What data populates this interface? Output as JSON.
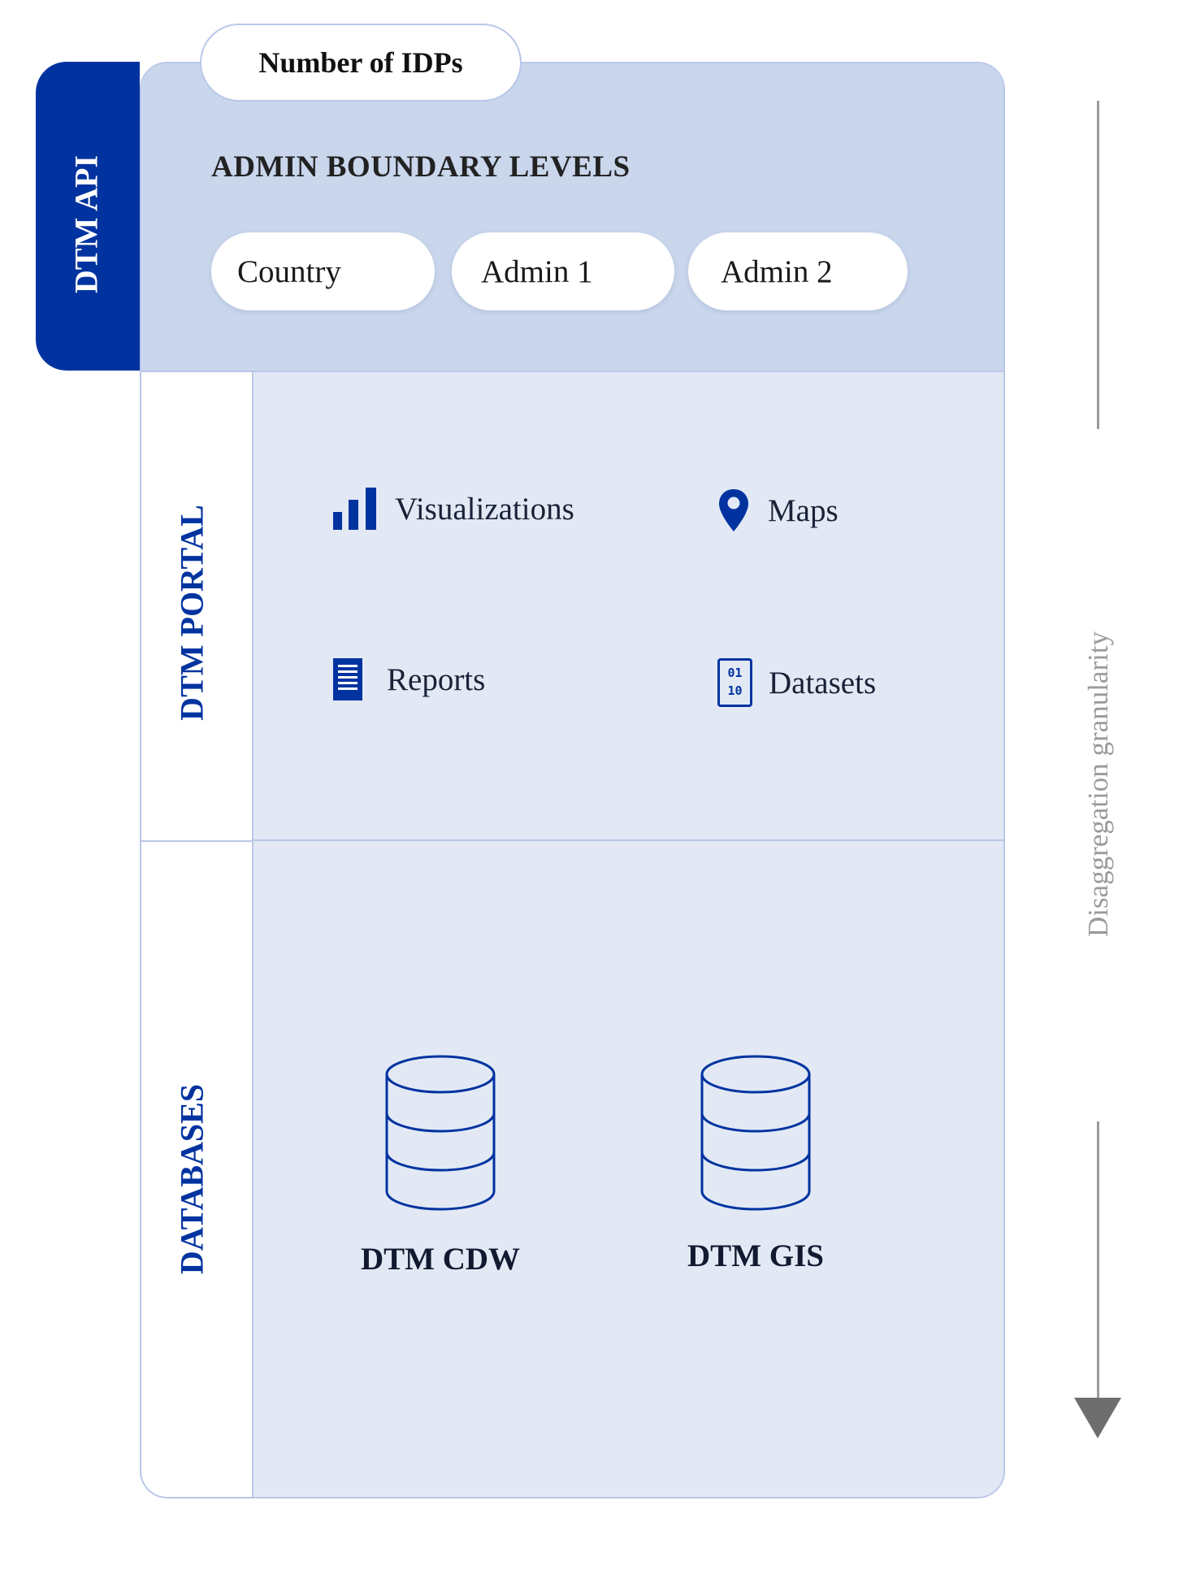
{
  "api": {
    "tab_label": "DTM API",
    "idp_label": "Number of IDPs",
    "admin_heading": "ADMIN BOUNDARY LEVELS",
    "levels": [
      "Country",
      "Admin 1",
      "Admin 2"
    ]
  },
  "portal": {
    "tab_label": "DTM PORTAL",
    "items": [
      {
        "label": "Visualizations",
        "icon": "bar-chart-icon"
      },
      {
        "label": "Maps",
        "icon": "map-pin-icon"
      },
      {
        "label": "Reports",
        "icon": "document-icon"
      },
      {
        "label": "Datasets",
        "icon": "binary-file-icon"
      }
    ],
    "dataset_icon_text": [
      "01",
      "10"
    ]
  },
  "databases": {
    "tab_label": "DATABASES",
    "items": [
      {
        "label": "DTM CDW",
        "icon": "database-icon"
      },
      {
        "label": "DTM GIS",
        "icon": "database-icon"
      }
    ]
  },
  "granularity": {
    "label": "Disaggregation granularity"
  },
  "colors": {
    "brand_blue": "#0033a0",
    "api_panel": "#c9d6ec",
    "section_panel": "#e2e9f5",
    "border": "#b9c7e8",
    "arrow_gray": "#9a9a9a"
  }
}
